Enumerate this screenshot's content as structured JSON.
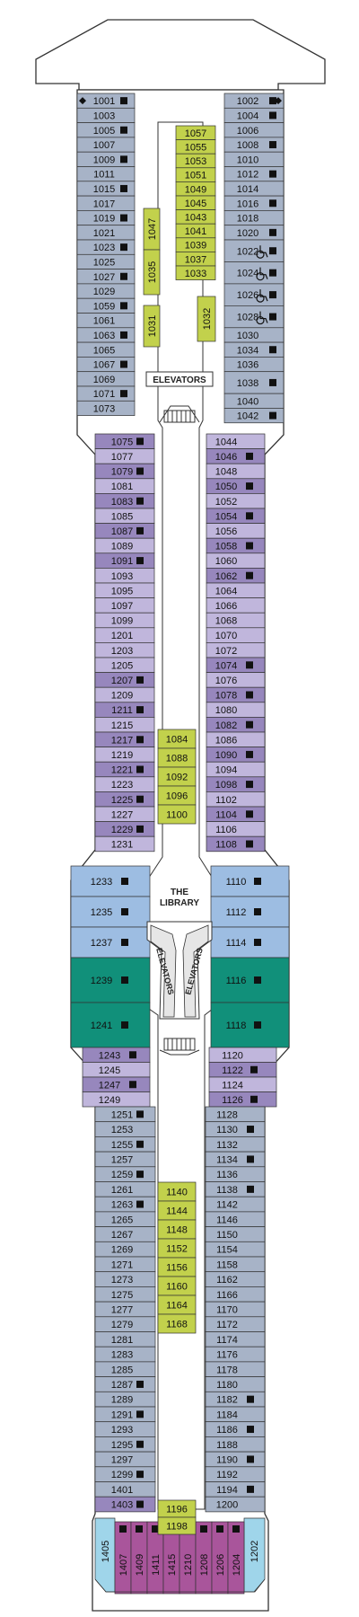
{
  "labels": {
    "elevators_top": "ELEVATORS",
    "library": [
      "THE",
      "LIBRARY"
    ],
    "elevators_left": "ELEVATORS",
    "elevators_right": "ELEVATORS"
  },
  "colors": {
    "grey": "#a7b3c7",
    "purple": "#9787bd",
    "lavender": "#c0b6dc",
    "blue": "#9dbde2",
    "teal": "#11907a",
    "olive": "#c2d14c",
    "magenta": "#a9559b",
    "lightblue": "#9fd5ea",
    "outline": "#333333"
  },
  "left_upper": [
    {
      "n": "1001",
      "sq": true,
      "dia": true
    },
    {
      "n": "1003"
    },
    {
      "n": "1005",
      "sq": true
    },
    {
      "n": "1007"
    },
    {
      "n": "1009",
      "sq": true
    },
    {
      "n": "1011"
    },
    {
      "n": "1015",
      "sq": true
    },
    {
      "n": "1017"
    },
    {
      "n": "1019",
      "sq": true
    },
    {
      "n": "1021"
    },
    {
      "n": "1023",
      "sq": true
    },
    {
      "n": "1025"
    },
    {
      "n": "1027",
      "sq": true
    },
    {
      "n": "1029"
    },
    {
      "n": "1059",
      "sq": true
    },
    {
      "n": "1061"
    },
    {
      "n": "1063",
      "sq": true
    },
    {
      "n": "1065"
    },
    {
      "n": "1067",
      "sq": true
    },
    {
      "n": "1069"
    },
    {
      "n": "1071",
      "sq": true
    },
    {
      "n": "1073"
    }
  ],
  "right_upper": [
    {
      "n": "1002",
      "sq": true,
      "dia": true
    },
    {
      "n": "1004",
      "sq": true
    },
    {
      "n": "1006"
    },
    {
      "n": "1008",
      "sq": true
    },
    {
      "n": "1010"
    },
    {
      "n": "1012",
      "sq": true
    },
    {
      "n": "1014"
    },
    {
      "n": "1016",
      "sq": true
    },
    {
      "n": "1018"
    },
    {
      "n": "1020",
      "sq": true
    },
    {
      "n": "1022",
      "sq": true,
      "acc": true,
      "h": 1.5
    },
    {
      "n": "1024",
      "sq": true,
      "acc": true,
      "h": 1.5
    },
    {
      "n": "1026",
      "sq": true,
      "acc": true,
      "h": 1.5
    },
    {
      "n": "1028",
      "sq": true,
      "acc": true,
      "h": 1.5
    },
    {
      "n": "1030"
    },
    {
      "n": "1034",
      "sq": true
    },
    {
      "n": "1036"
    },
    {
      "n": "1038",
      "sq": true,
      "h": 1.5
    },
    {
      "n": "1040"
    },
    {
      "n": "1042",
      "sq": true
    }
  ],
  "left_mid": [
    {
      "n": "1075",
      "sq": true,
      "c": "purple"
    },
    {
      "n": "1077",
      "c": "lavender"
    },
    {
      "n": "1079",
      "sq": true,
      "c": "purple"
    },
    {
      "n": "1081",
      "c": "lavender"
    },
    {
      "n": "1083",
      "sq": true,
      "c": "purple"
    },
    {
      "n": "1085",
      "c": "lavender"
    },
    {
      "n": "1087",
      "sq": true,
      "c": "purple"
    },
    {
      "n": "1089",
      "c": "lavender"
    },
    {
      "n": "1091",
      "sq": true,
      "c": "purple"
    },
    {
      "n": "1093",
      "c": "lavender"
    },
    {
      "n": "1095",
      "c": "lavender"
    },
    {
      "n": "1097",
      "c": "lavender"
    },
    {
      "n": "1099",
      "c": "lavender"
    },
    {
      "n": "1201",
      "c": "lavender"
    },
    {
      "n": "1203",
      "c": "lavender"
    },
    {
      "n": "1205",
      "c": "lavender"
    },
    {
      "n": "1207",
      "sq": true,
      "c": "purple"
    },
    {
      "n": "1209",
      "c": "lavender"
    },
    {
      "n": "1211",
      "sq": true,
      "c": "purple"
    },
    {
      "n": "1215",
      "c": "lavender"
    },
    {
      "n": "1217",
      "sq": true,
      "c": "purple"
    },
    {
      "n": "1219",
      "c": "lavender"
    },
    {
      "n": "1221",
      "sq": true,
      "c": "purple"
    },
    {
      "n": "1223",
      "c": "lavender"
    },
    {
      "n": "1225",
      "sq": true,
      "c": "purple"
    },
    {
      "n": "1227",
      "c": "lavender"
    },
    {
      "n": "1229",
      "sq": true,
      "c": "purple"
    },
    {
      "n": "1231",
      "c": "lavender"
    }
  ],
  "right_mid": [
    {
      "n": "1044",
      "c": "lavender"
    },
    {
      "n": "1046",
      "sq": true,
      "c": "purple"
    },
    {
      "n": "1048",
      "c": "lavender"
    },
    {
      "n": "1050",
      "sq": true,
      "c": "purple"
    },
    {
      "n": "1052",
      "c": "lavender"
    },
    {
      "n": "1054",
      "sq": true,
      "c": "purple"
    },
    {
      "n": "1056",
      "c": "lavender"
    },
    {
      "n": "1058",
      "sq": true,
      "c": "purple"
    },
    {
      "n": "1060",
      "c": "lavender"
    },
    {
      "n": "1062",
      "sq": true,
      "c": "purple"
    },
    {
      "n": "1064",
      "c": "lavender"
    },
    {
      "n": "1066",
      "c": "lavender"
    },
    {
      "n": "1068",
      "c": "lavender"
    },
    {
      "n": "1070",
      "c": "lavender"
    },
    {
      "n": "1072",
      "c": "lavender"
    },
    {
      "n": "1074",
      "sq": true,
      "c": "purple"
    },
    {
      "n": "1076",
      "c": "lavender"
    },
    {
      "n": "1078",
      "sq": true,
      "c": "purple"
    },
    {
      "n": "1080",
      "c": "lavender"
    },
    {
      "n": "1082",
      "sq": true,
      "c": "purple"
    },
    {
      "n": "1086",
      "c": "lavender"
    },
    {
      "n": "1090",
      "sq": true,
      "c": "purple"
    },
    {
      "n": "1094",
      "c": "lavender"
    },
    {
      "n": "1098",
      "sq": true,
      "c": "purple"
    },
    {
      "n": "1102",
      "c": "lavender"
    },
    {
      "n": "1104",
      "sq": true,
      "c": "purple"
    },
    {
      "n": "1106",
      "c": "lavender"
    },
    {
      "n": "1108",
      "sq": true,
      "c": "purple"
    }
  ],
  "left_wide": [
    {
      "n": "1233",
      "sq": true,
      "c": "blue"
    },
    {
      "n": "1235",
      "sq": true,
      "c": "blue"
    },
    {
      "n": "1237",
      "sq": true,
      "c": "blue"
    },
    {
      "n": "1239",
      "sq": true,
      "c": "teal"
    },
    {
      "n": "1241",
      "sq": true,
      "c": "teal"
    }
  ],
  "right_wide": [
    {
      "n": "1110",
      "sq": true,
      "c": "blue"
    },
    {
      "n": "1112",
      "sq": true,
      "c": "blue"
    },
    {
      "n": "1114",
      "sq": true,
      "c": "blue"
    },
    {
      "n": "1116",
      "sq": true,
      "c": "teal"
    },
    {
      "n": "1118",
      "sq": true,
      "c": "teal"
    }
  ],
  "left_taper": [
    {
      "n": "1243",
      "sq": true,
      "c": "purple"
    },
    {
      "n": "1245",
      "c": "lavender"
    },
    {
      "n": "1247",
      "sq": true,
      "c": "purple"
    },
    {
      "n": "1249",
      "c": "lavender"
    }
  ],
  "right_taper": [
    {
      "n": "1120",
      "c": "lavender"
    },
    {
      "n": "1122",
      "sq": true,
      "c": "purple"
    },
    {
      "n": "1124",
      "c": "lavender"
    },
    {
      "n": "1126",
      "sq": true,
      "c": "purple"
    }
  ],
  "left_lower": [
    {
      "n": "1251",
      "sq": true
    },
    {
      "n": "1253"
    },
    {
      "n": "1255",
      "sq": true
    },
    {
      "n": "1257"
    },
    {
      "n": "1259",
      "sq": true
    },
    {
      "n": "1261"
    },
    {
      "n": "1263",
      "sq": true
    },
    {
      "n": "1265"
    },
    {
      "n": "1267"
    },
    {
      "n": "1269"
    },
    {
      "n": "1271"
    },
    {
      "n": "1273"
    },
    {
      "n": "1275"
    },
    {
      "n": "1277"
    },
    {
      "n": "1279"
    },
    {
      "n": "1281"
    },
    {
      "n": "1283"
    },
    {
      "n": "1285"
    },
    {
      "n": "1287",
      "sq": true
    },
    {
      "n": "1289"
    },
    {
      "n": "1291",
      "sq": true
    },
    {
      "n": "1293"
    },
    {
      "n": "1295",
      "sq": true
    },
    {
      "n": "1297"
    },
    {
      "n": "1299",
      "sq": true
    },
    {
      "n": "1401"
    },
    {
      "n": "1403",
      "sq": true,
      "c": "purple"
    }
  ],
  "right_lower": [
    {
      "n": "1128"
    },
    {
      "n": "1130",
      "sq": true
    },
    {
      "n": "1132"
    },
    {
      "n": "1134",
      "sq": true
    },
    {
      "n": "1136"
    },
    {
      "n": "1138",
      "sq": true
    },
    {
      "n": "1142"
    },
    {
      "n": "1146"
    },
    {
      "n": "1150"
    },
    {
      "n": "1154"
    },
    {
      "n": "1158"
    },
    {
      "n": "1162"
    },
    {
      "n": "1166"
    },
    {
      "n": "1170"
    },
    {
      "n": "1172"
    },
    {
      "n": "1174"
    },
    {
      "n": "1176"
    },
    {
      "n": "1178"
    },
    {
      "n": "1180"
    },
    {
      "n": "1182",
      "sq": true
    },
    {
      "n": "1184"
    },
    {
      "n": "1186",
      "sq": true
    },
    {
      "n": "1188"
    },
    {
      "n": "1190",
      "sq": true
    },
    {
      "n": "1192"
    },
    {
      "n": "1194",
      "sq": true
    },
    {
      "n": "1200"
    }
  ],
  "center_upper": [
    "1057",
    "1055",
    "1053",
    "1051",
    "1049",
    "1045",
    "1043",
    "1041",
    "1039",
    "1037",
    "1033"
  ],
  "center_vertical": {
    "c1047": "1047",
    "c1035": "1035",
    "c1031": "1031",
    "c1032": "1032"
  },
  "center_mid": [
    "1084",
    "1088",
    "1092",
    "1096",
    "1100"
  ],
  "center_lower": [
    "1140",
    "1144",
    "1148",
    "1152",
    "1156",
    "1160",
    "1164",
    "1168"
  ],
  "center_bottom": [
    "1196",
    "1198"
  ],
  "stern": {
    "left": "1405",
    "right": "1202",
    "cabins": [
      "1407",
      "1409",
      "1411",
      "1415",
      "1210",
      "1208",
      "1206",
      "1204"
    ]
  }
}
